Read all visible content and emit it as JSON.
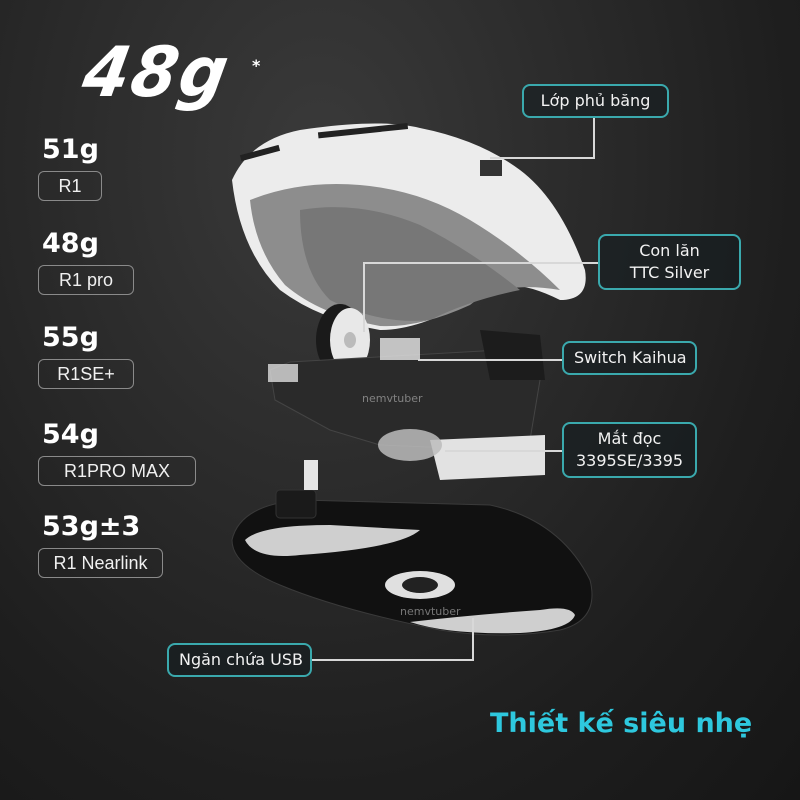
{
  "hero": {
    "weight": "48g",
    "footnote_mark": "*"
  },
  "variants": [
    {
      "weight": "51g",
      "model": "R1"
    },
    {
      "weight": "48g",
      "model": "R1 pro"
    },
    {
      "weight": "55g",
      "model": "R1SE+"
    },
    {
      "weight": "54g",
      "model": "R1PRO MAX"
    },
    {
      "weight": "53g±3",
      "model": "R1 Nearlink"
    }
  ],
  "callouts": {
    "coating": "Lớp phủ băng",
    "wheel_line1": "Con lăn",
    "wheel_line2": "TTC Silver",
    "switch": "Switch Kaihua",
    "sensor_line1": "Mắt đọc",
    "sensor_line2": "3395SE/3395",
    "usb": "Ngăn chứa USB"
  },
  "watermarks": [
    "nemvtuber",
    "nemvtuber"
  ],
  "tagline": "Thiết kế siêu nhẹ",
  "colors": {
    "accent": "#2ec8de",
    "callout_border": "#3aa9ad",
    "background": "#2a2a2a"
  }
}
